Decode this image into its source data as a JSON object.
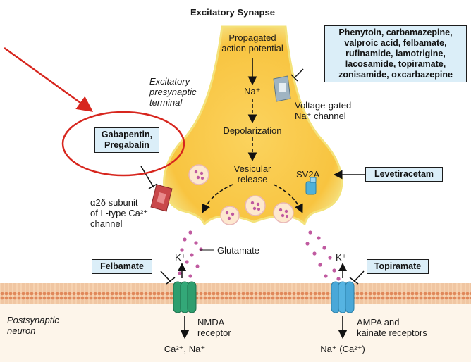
{
  "title": "Excitatory Synapse",
  "presynaptic_label": [
    "Excitatory",
    "presynaptic",
    "terminal"
  ],
  "postsynaptic_label": [
    "Postsynaptic",
    "neuron"
  ],
  "action_potential": [
    "Propagated",
    "action potential"
  ],
  "na_ion": "Na⁺",
  "depolarization": "Depolarization",
  "vesicular_release": [
    "Vesicular",
    "release"
  ],
  "sv2a": "SV2A",
  "glutamate": "Glutamate",
  "voltage_gated_channel": [
    "Voltage-gated",
    "Na⁺ channel"
  ],
  "alpha2delta": [
    "α2δ subunit",
    "of L-type Ca²⁺",
    "channel"
  ],
  "k_ion_left": "K⁺",
  "k_ion_right": "K⁺",
  "nmda_receptor": [
    "NMDA",
    "receptor"
  ],
  "ampa_receptor": [
    "AMPA and",
    "kainate receptors"
  ],
  "nmda_flux": "Ca²⁺, Na⁺",
  "ampa_flux": "Na⁺ (Ca²⁺)",
  "drugs": {
    "sodium_blockers": [
      "Phenytoin, carbamazepine,",
      "valproic acid, felbamate,",
      "rufinamide, lamotrigine,",
      "lacosamide, topiramate,",
      "zonisamide, oxcarbazepine"
    ],
    "gabapentinoids": [
      "Gabapentin,",
      "Pregabalin"
    ],
    "levetiracetam": "Levetiracetam",
    "felbamate": "Felbamate",
    "topiramate": "Topiramate"
  },
  "colors": {
    "terminal_fill": "#f9c84a",
    "terminal_edge": "#f3e07a",
    "membrane": "#e8a06a",
    "drug_box": "#dbeef8",
    "highlight": "#d7261e",
    "nmda": "#2e9e6e",
    "ampa": "#4aa8d8",
    "glutamate": "#c05aa0"
  }
}
